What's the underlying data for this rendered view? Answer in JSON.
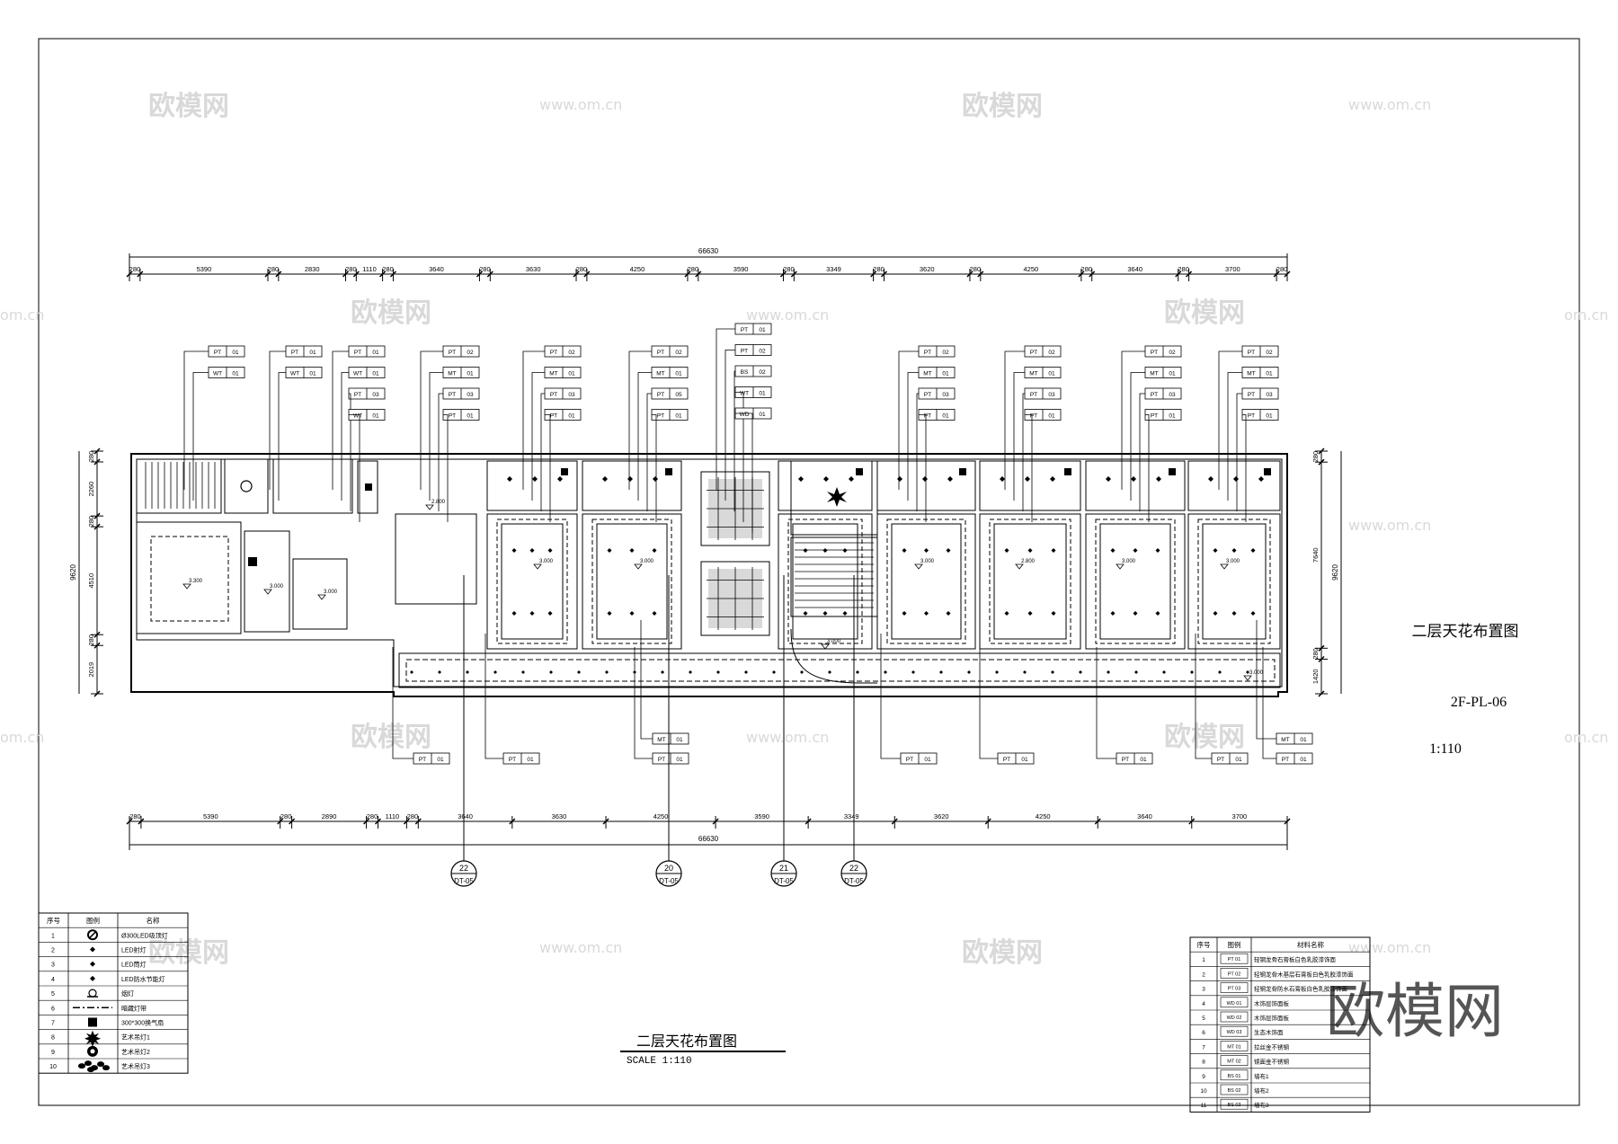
{
  "sheet": {
    "side_title": "二层天花布置图",
    "drawing_no": "2F-PL-06",
    "scale_ratio": "1:110",
    "bottom_title": "二层天花布置图",
    "bottom_scale": "SCALE 1:110"
  },
  "dimensions": {
    "overall": "66630",
    "top_segments": [
      "280",
      "5390",
      "280",
      "2830",
      "280",
      "1110",
      "280",
      "3640",
      "280",
      "3630",
      "280",
      "4250",
      "280",
      "3590",
      "280",
      "3349",
      "280",
      "3620",
      "280",
      "4250",
      "280",
      "3640",
      "280",
      "3700",
      "280"
    ],
    "bottom_segments": [
      "280",
      "5390",
      "280",
      "2890",
      "280",
      "1110",
      "280",
      "3640",
      "3630",
      "4250",
      "3590",
      "3349",
      "3620",
      "4250",
      "3640",
      "3700"
    ],
    "left_segments": [
      "280",
      "2260",
      "280",
      "4510",
      "280",
      "2019"
    ],
    "left_total": "9620",
    "right_segments": [
      "280",
      "7640",
      "280",
      "1420"
    ],
    "right_total": "9620"
  },
  "section_markers": [
    {
      "num": "22",
      "ref": "DT-05"
    },
    {
      "num": "20",
      "ref": "DT-05"
    },
    {
      "num": "21",
      "ref": "DT-05"
    },
    {
      "num": "22",
      "ref": "DT-05"
    }
  ],
  "tags_top": [
    [
      "PT",
      "01"
    ],
    [
      "WT",
      "01"
    ],
    [
      "PT",
      "01"
    ],
    [
      "WT",
      "01"
    ],
    [
      "PT",
      "01"
    ],
    [
      "WT",
      "01"
    ],
    [
      "PT",
      "03"
    ],
    [
      "WT",
      "01"
    ],
    [
      "PT",
      "02"
    ],
    [
      "MT",
      "01"
    ],
    [
      "PT",
      "03"
    ],
    [
      "PT",
      "01"
    ],
    [
      "PT",
      "02"
    ],
    [
      "MT",
      "01"
    ],
    [
      "PT",
      "03"
    ],
    [
      "PT",
      "01"
    ],
    [
      "PT",
      "02"
    ],
    [
      "MT",
      "01"
    ],
    [
      "PT",
      "05"
    ],
    [
      "PT",
      "01"
    ],
    [
      "PT",
      "01"
    ],
    [
      "PT",
      "02"
    ],
    [
      "BS",
      "02"
    ],
    [
      "WT",
      "01"
    ],
    [
      "WD",
      "01"
    ],
    [
      "PT",
      "02"
    ],
    [
      "MT",
      "01"
    ],
    [
      "PT",
      "03"
    ],
    [
      "PT",
      "01"
    ],
    [
      "PT",
      "02"
    ],
    [
      "MT",
      "01"
    ],
    [
      "PT",
      "03"
    ],
    [
      "PT",
      "01"
    ],
    [
      "PT",
      "02"
    ],
    [
      "MT",
      "01"
    ],
    [
      "PT",
      "03"
    ],
    [
      "PT",
      "01"
    ],
    [
      "PT",
      "02"
    ],
    [
      "MT",
      "01"
    ],
    [
      "PT",
      "03"
    ],
    [
      "PT",
      "01"
    ]
  ],
  "tags_bottom": [
    [
      "PT",
      "01"
    ],
    [
      "PT",
      "01"
    ],
    [
      "MT",
      "01"
    ],
    [
      "PT",
      "01"
    ],
    [
      "PT",
      "01"
    ],
    [
      "PT",
      "01"
    ],
    [
      "PT",
      "01"
    ],
    [
      "PT",
      "01"
    ],
    [
      "MT",
      "01"
    ],
    [
      "PT",
      "01"
    ]
  ],
  "ceiling_heights": [
    "3.300",
    "3.000",
    "3.000",
    "2.800",
    "3.000",
    "3.000",
    "3.000",
    "2.800",
    "3.000",
    "3.000",
    "3.000",
    "3.000"
  ],
  "legend": {
    "headers": [
      "序号",
      "图例",
      "名称"
    ],
    "rows": [
      {
        "no": "1",
        "symbol": "downlight-ring-icon",
        "name": "Ø300LED吸顶灯"
      },
      {
        "no": "2",
        "symbol": "diamond-icon",
        "name": "LED射灯"
      },
      {
        "no": "3",
        "symbol": "diamond-icon",
        "name": "LED筒灯"
      },
      {
        "no": "4",
        "symbol": "diamond-icon",
        "name": "LED防水节能灯"
      },
      {
        "no": "5",
        "symbol": "track-light-icon",
        "name": "烟灯"
      },
      {
        "no": "6",
        "symbol": "dashed-line-icon",
        "name": "暗藏灯带"
      },
      {
        "no": "7",
        "symbol": "square-fill-icon",
        "name": "300*300换气扇"
      },
      {
        "no": "8",
        "symbol": "star-burst-icon",
        "name": "艺术吊灯1"
      },
      {
        "no": "9",
        "symbol": "gear-burst-icon",
        "name": "艺术吊灯2"
      },
      {
        "no": "10",
        "symbol": "cluster-icon",
        "name": "艺术吊灯3"
      }
    ]
  },
  "materials": {
    "headers": [
      "序号",
      "图例",
      "材料名称"
    ],
    "rows": [
      {
        "no": "1",
        "code": "PT 01",
        "name": "轻钢龙骨石膏板白色乳胶漆饰面"
      },
      {
        "no": "2",
        "code": "PT 02",
        "name": "轻钢龙骨木基层石膏板白色乳胶漆饰面"
      },
      {
        "no": "3",
        "code": "PT 03",
        "name": "轻钢龙骨防水石膏板白色乳胶漆饰面"
      },
      {
        "no": "4",
        "code": "WD 01",
        "name": "木饰层饰面板"
      },
      {
        "no": "5",
        "code": "WD 02",
        "name": "木饰层饰面板"
      },
      {
        "no": "6",
        "code": "WD 03",
        "name": "生态木饰面"
      },
      {
        "no": "7",
        "code": "MT 01",
        "name": "拉丝金不锈钢"
      },
      {
        "no": "8",
        "code": "MT 02",
        "name": "镜面金不锈钢"
      },
      {
        "no": "9",
        "code": "BS 01",
        "name": "墙布1"
      },
      {
        "no": "10",
        "code": "BS 02",
        "name": "墙布2"
      },
      {
        "no": "11",
        "code": "BS 03",
        "name": "墙布3"
      }
    ]
  },
  "watermarks": {
    "cn": "欧模网",
    "url": "www.om.cn",
    "url_partial": "om.cn",
    "big": "欧模网"
  }
}
